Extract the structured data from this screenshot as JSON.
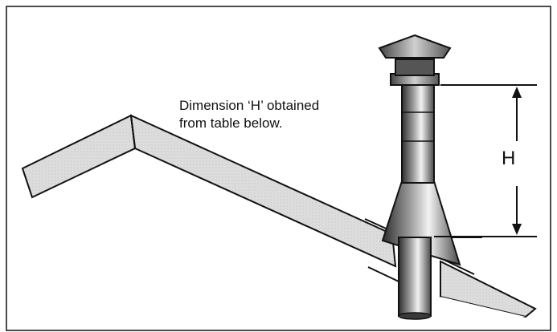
{
  "annotation": {
    "line1": "Dimension ‘H’ obtained",
    "line2": "from table below."
  },
  "dimension_label": "H",
  "colors": {
    "outline": "#111111",
    "roof_fill": "#d9d9d9",
    "pipe_dark": "#3a3a3a",
    "pipe_mid": "#8a8a8a",
    "pipe_light": "#f0f0f0"
  }
}
